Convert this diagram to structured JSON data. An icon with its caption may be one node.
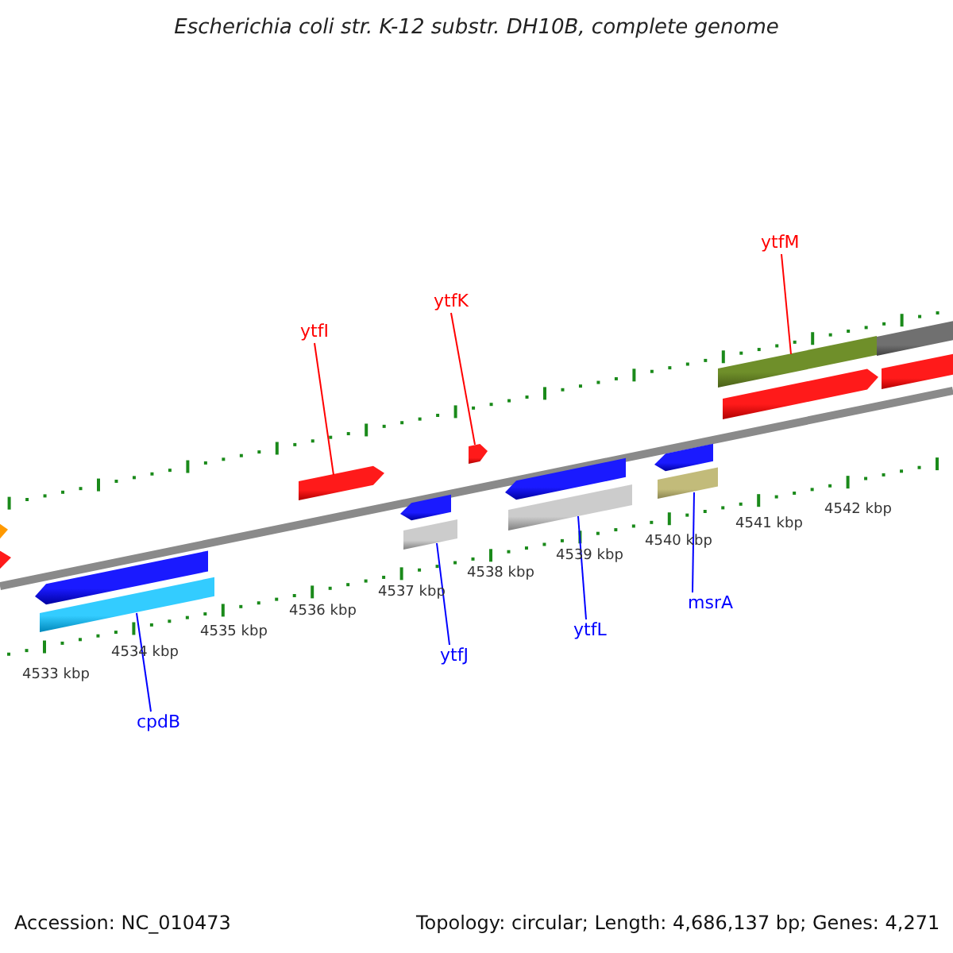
{
  "diagram": {
    "title": "Escherichia coli str. K-12 substr. DH10B, complete genome",
    "nodes": [
      {
        "text": [
          "ytfM"
        ]
      },
      {
        "text": [
          "ytfK"
        ]
      },
      {
        "text": [
          "ytfI"
        ]
      },
      {
        "text": [
          "msrA"
        ]
      },
      {
        "text": [
          "ytfL"
        ]
      },
      {
        "text": [
          "ytfJ"
        ]
      },
      {
        "text": [
          "cpdB"
        ]
      },
      {
        "text": [],
        "shape": "bar"
      },
      {
        "text": [],
        "shape": "bar"
      },
      {
        "text": [],
        "shape": "bar"
      },
      {
        "text": [],
        "shape": "bar"
      },
      {
        "text": [],
        "shape": "bar"
      },
      {
        "text": [],
        "shape": "bar"
      },
      {
        "text": [],
        "shape": "bar"
      }
    ],
    "edges": [
      {
        "from": 0,
        "to": 13,
        "arrow": "none",
        "color": "#ff0000"
      },
      {
        "from": 1,
        "to": 10,
        "arrow": "none",
        "color": "#ff0000"
      },
      {
        "from": 2,
        "to": 8,
        "arrow": "none",
        "color": "#ff0000"
      },
      {
        "from": 3,
        "to": 12,
        "arrow": "none"
      },
      {
        "from": 4,
        "to": 11,
        "arrow": "none"
      },
      {
        "from": 5,
        "to": 9,
        "arrow": "none"
      },
      {
        "from": 6,
        "to": 7,
        "arrow": "none"
      }
    ],
    "labels": [
      "4542 kbp",
      "4541 kbp",
      "4540 kbp",
      "4539 kbp",
      "4538 kbp",
      "4537 kbp",
      "4536 kbp",
      "4535 kbp",
      "4534 kbp",
      "4533 kbp",
      "Accession: NC_010473",
      "Topology: circular; Length: 4,686,137 bp; Genes: 4,271"
    ]
  }
}
